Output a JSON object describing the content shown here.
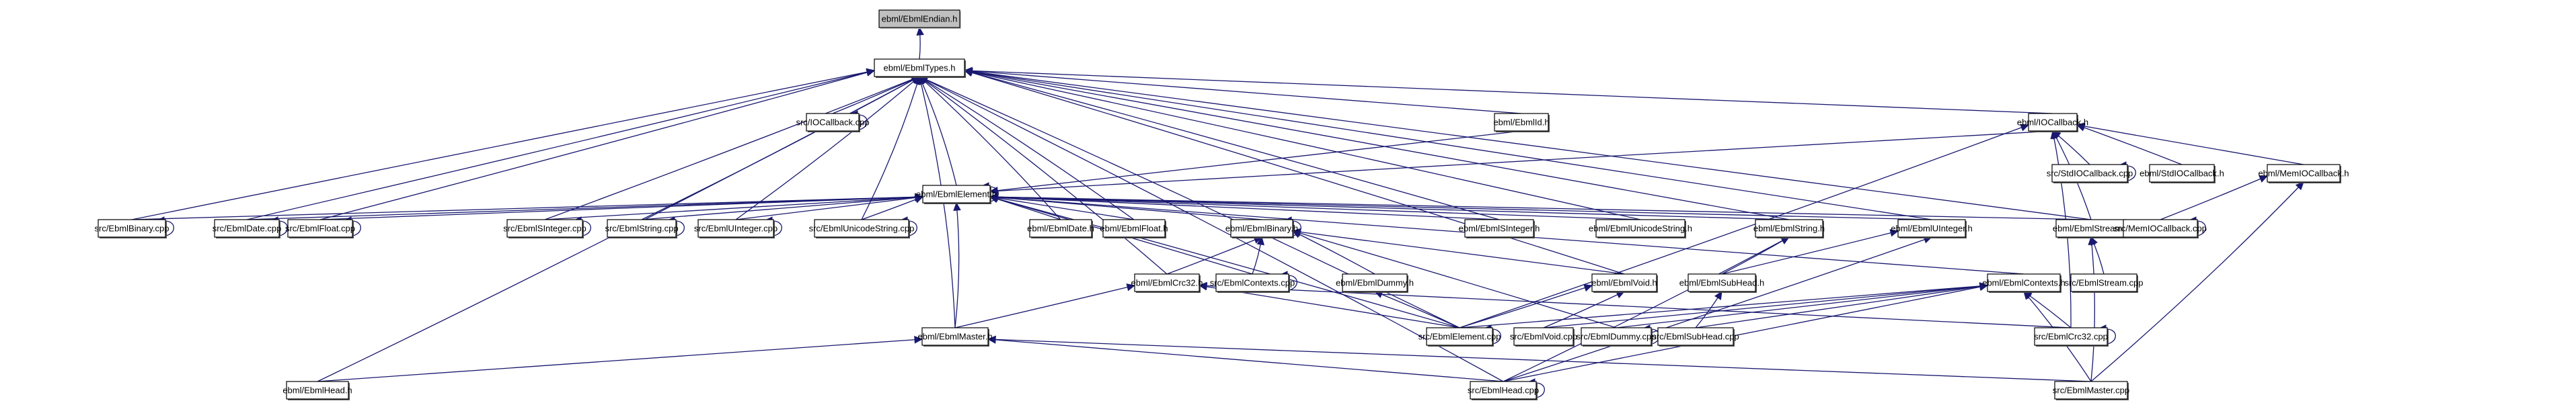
{
  "graph": {
    "title": "ebml/EbmlEndian.h include dependency graph",
    "root": "ebml/EbmlEndian.h",
    "colors": {
      "edge": "#191970",
      "root_fill": "#bfbfbf",
      "node_fill": "#ffffff",
      "node_border": "#000000"
    },
    "nodes": [
      {
        "id": "endian",
        "label": "ebml/EbmlEndian.h",
        "root": true
      },
      {
        "id": "types",
        "label": "ebml/EbmlTypes.h"
      },
      {
        "id": "iocb_cpp",
        "label": "src/IOCallback.cpp"
      },
      {
        "id": "ebmlid",
        "label": "ebml/EbmlId.h"
      },
      {
        "id": "iocb_h",
        "label": "ebml/IOCallback.h"
      },
      {
        "id": "element_h",
        "label": "ebml/EbmlElement.h"
      },
      {
        "id": "stdiocb_cpp",
        "label": "src/StdIOCallback.cpp"
      },
      {
        "id": "stdiocb_h",
        "label": "ebml/StdIOCallback.h"
      },
      {
        "id": "memiocb_h",
        "label": "ebml/MemIOCallback.h"
      },
      {
        "id": "binary_cpp",
        "label": "src/EbmlBinary.cpp"
      },
      {
        "id": "date_cpp",
        "label": "src/EbmlDate.cpp"
      },
      {
        "id": "float_cpp",
        "label": "src/EbmlFloat.cpp"
      },
      {
        "id": "sint_cpp",
        "label": "src/EbmlSInteger.cpp"
      },
      {
        "id": "string_cpp",
        "label": "src/EbmlString.cpp"
      },
      {
        "id": "uint_cpp",
        "label": "src/EbmlUInteger.cpp"
      },
      {
        "id": "ustring_cpp",
        "label": "src/EbmlUnicodeString.cpp"
      },
      {
        "id": "date_h",
        "label": "ebml/EbmlDate.h"
      },
      {
        "id": "float_h",
        "label": "ebml/EbmlFloat.h"
      },
      {
        "id": "binary_h",
        "label": "ebml/EbmlBinary.h"
      },
      {
        "id": "sint_h",
        "label": "ebml/EbmlSInteger.h"
      },
      {
        "id": "ustring_h",
        "label": "ebml/EbmlUnicodeString.h"
      },
      {
        "id": "string_h",
        "label": "ebml/EbmlString.h"
      },
      {
        "id": "uint_h",
        "label": "ebml/EbmlUInteger.h"
      },
      {
        "id": "stream_h",
        "label": "ebml/EbmlStream.h"
      },
      {
        "id": "memiocb_cpp",
        "label": "src/MemIOCallback.cpp"
      },
      {
        "id": "crc32_h",
        "label": "ebml/EbmlCrc32.h"
      },
      {
        "id": "contexts_cpp",
        "label": "src/EbmlContexts.cpp"
      },
      {
        "id": "dummy_h",
        "label": "ebml/EbmlDummy.h"
      },
      {
        "id": "void_h",
        "label": "ebml/EbmlVoid.h"
      },
      {
        "id": "subhead_h",
        "label": "ebml/EbmlSubHead.h"
      },
      {
        "id": "contexts_h",
        "label": "ebml/EbmlContexts.h"
      },
      {
        "id": "stream_cpp",
        "label": "src/EbmlStream.cpp"
      },
      {
        "id": "master_h",
        "label": "ebml/EbmlMaster.h"
      },
      {
        "id": "element_cpp",
        "label": "src/EbmlElement.cpp"
      },
      {
        "id": "void_cpp",
        "label": "src/EbmlVoid.cpp"
      },
      {
        "id": "dummy_cpp",
        "label": "src/EbmlDummy.cpp"
      },
      {
        "id": "subhead_cpp",
        "label": "src/EbmlSubHead.cpp"
      },
      {
        "id": "crc32_cpp",
        "label": "src/EbmlCrc32.cpp"
      },
      {
        "id": "head_h",
        "label": "ebml/EbmlHead.h"
      },
      {
        "id": "head_cpp",
        "label": "src/EbmlHead.cpp"
      },
      {
        "id": "master_cpp",
        "label": "src/EbmlMaster.cpp"
      }
    ],
    "edges": [
      [
        "types",
        "endian"
      ],
      [
        "iocb_cpp",
        "types"
      ],
      [
        "ebmlid",
        "types"
      ],
      [
        "iocb_h",
        "types"
      ],
      [
        "element_h",
        "types"
      ],
      [
        "binary_cpp",
        "types"
      ],
      [
        "date_cpp",
        "types"
      ],
      [
        "float_cpp",
        "types"
      ],
      [
        "sint_cpp",
        "types"
      ],
      [
        "string_cpp",
        "types"
      ],
      [
        "uint_cpp",
        "types"
      ],
      [
        "ustring_cpp",
        "types"
      ],
      [
        "date_h",
        "types"
      ],
      [
        "float_h",
        "types"
      ],
      [
        "sint_h",
        "types"
      ],
      [
        "ustring_h",
        "types"
      ],
      [
        "string_h",
        "types"
      ],
      [
        "uint_h",
        "types"
      ],
      [
        "stream_h",
        "types"
      ],
      [
        "crc32_h",
        "types"
      ],
      [
        "void_h",
        "types"
      ],
      [
        "master_h",
        "types"
      ],
      [
        "element_cpp",
        "types"
      ],
      [
        "head_h",
        "types"
      ],
      [
        "head_cpp",
        "types"
      ],
      [
        "iocb_cpp",
        "iocb_cpp"
      ],
      [
        "ebmlid",
        "element_h"
      ],
      [
        "iocb_h",
        "element_h"
      ],
      [
        "element_h",
        "element_h"
      ],
      [
        "stdiocb_cpp",
        "iocb_h"
      ],
      [
        "stdiocb_h",
        "iocb_h"
      ],
      [
        "memiocb_h",
        "iocb_h"
      ],
      [
        "stream_h",
        "iocb_h"
      ],
      [
        "crc32_cpp",
        "iocb_h"
      ],
      [
        "element_cpp",
        "iocb_h"
      ],
      [
        "stdiocb_cpp",
        "stdiocb_cpp"
      ],
      [
        "memiocb_cpp",
        "memiocb_h"
      ],
      [
        "master_cpp",
        "memiocb_h"
      ],
      [
        "memiocb_cpp",
        "memiocb_cpp"
      ],
      [
        "binary_cpp",
        "element_h"
      ],
      [
        "date_cpp",
        "element_h"
      ],
      [
        "float_cpp",
        "element_h"
      ],
      [
        "sint_cpp",
        "element_h"
      ],
      [
        "string_cpp",
        "element_h"
      ],
      [
        "uint_cpp",
        "element_h"
      ],
      [
        "ustring_cpp",
        "element_h"
      ],
      [
        "date_h",
        "element_h"
      ],
      [
        "float_h",
        "element_h"
      ],
      [
        "binary_h",
        "element_h"
      ],
      [
        "sint_h",
        "element_h"
      ],
      [
        "ustring_h",
        "element_h"
      ],
      [
        "string_h",
        "element_h"
      ],
      [
        "uint_h",
        "element_h"
      ],
      [
        "stream_h",
        "element_h"
      ],
      [
        "contexts_cpp",
        "element_h"
      ],
      [
        "master_h",
        "element_h"
      ],
      [
        "contexts_h",
        "element_h"
      ],
      [
        "element_cpp",
        "element_h"
      ],
      [
        "binary_cpp",
        "binary_cpp"
      ],
      [
        "date_cpp",
        "date_cpp"
      ],
      [
        "float_cpp",
        "float_cpp"
      ],
      [
        "sint_cpp",
        "sint_cpp"
      ],
      [
        "string_cpp",
        "string_cpp"
      ],
      [
        "uint_cpp",
        "uint_cpp"
      ],
      [
        "ustring_cpp",
        "ustring_cpp"
      ],
      [
        "crc32_h",
        "binary_h"
      ],
      [
        "contexts_cpp",
        "binary_h"
      ],
      [
        "dummy_h",
        "binary_h"
      ],
      [
        "void_h",
        "binary_h"
      ],
      [
        "dummy_cpp",
        "binary_h"
      ],
      [
        "binary_h",
        "binary_h"
      ],
      [
        "contexts_cpp",
        "contexts_cpp"
      ],
      [
        "subhead_h",
        "string_h"
      ],
      [
        "head_cpp",
        "string_h"
      ],
      [
        "subhead_h",
        "uint_h"
      ],
      [
        "head_cpp",
        "uint_h"
      ],
      [
        "stream_cpp",
        "stream_h"
      ],
      [
        "master_cpp",
        "stream_h"
      ],
      [
        "master_h",
        "crc32_h"
      ],
      [
        "element_cpp",
        "crc32_h"
      ],
      [
        "crc32_cpp",
        "crc32_h"
      ],
      [
        "element_cpp",
        "dummy_h"
      ],
      [
        "element_cpp",
        "void_h"
      ],
      [
        "void_cpp",
        "void_h"
      ],
      [
        "subhead_cpp",
        "subhead_h"
      ],
      [
        "element_cpp",
        "contexts_h"
      ],
      [
        "void_cpp",
        "contexts_h"
      ],
      [
        "dummy_cpp",
        "contexts_h"
      ],
      [
        "subhead_cpp",
        "contexts_h"
      ],
      [
        "crc32_cpp",
        "contexts_h"
      ],
      [
        "head_cpp",
        "contexts_h"
      ],
      [
        "master_cpp",
        "contexts_h"
      ],
      [
        "head_h",
        "master_h"
      ],
      [
        "head_cpp",
        "master_h"
      ],
      [
        "master_cpp",
        "master_h"
      ],
      [
        "element_cpp",
        "element_cpp"
      ],
      [
        "dummy_cpp",
        "dummy_cpp"
      ],
      [
        "crc32_cpp",
        "crc32_cpp"
      ],
      [
        "head_cpp",
        "head_cpp"
      ]
    ]
  }
}
